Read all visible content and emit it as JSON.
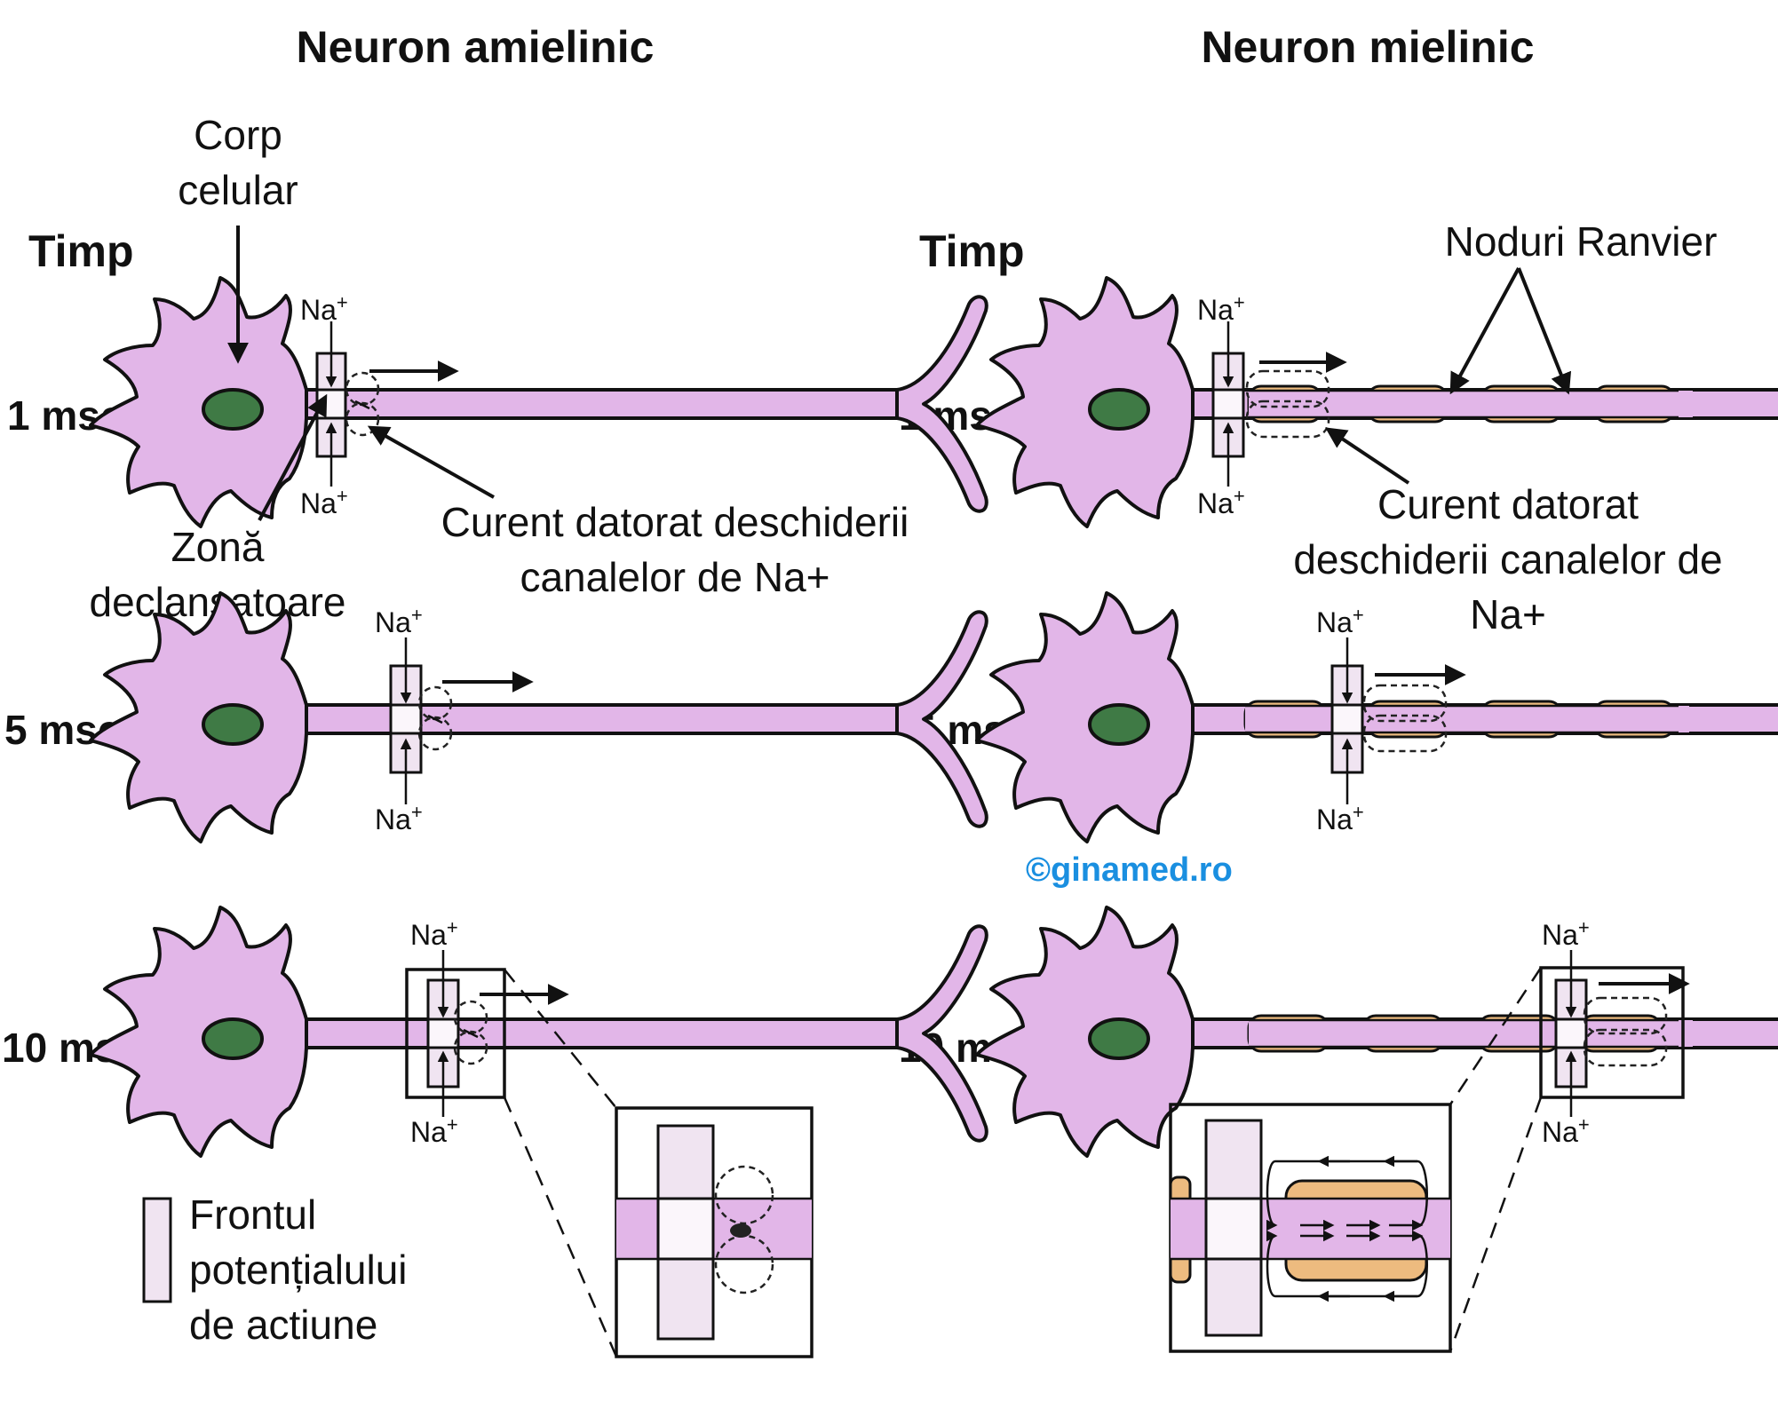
{
  "headings": {
    "unmyelinated": "Neuron amielinic",
    "myelinated": "Neuron mielinic"
  },
  "time_axis_label": "Timp",
  "times": [
    "1 msec",
    "5 msec",
    "10 msec"
  ],
  "labels": {
    "cell_body_line1": "Corp",
    "cell_body_line2": "celular",
    "trigger_zone_line1": "Zonă",
    "trigger_zone_line2": "declanșatoare",
    "current_unmyel_line1": "Curent datorat deschiderii",
    "current_unmyel_line2": "canalelor de Na+",
    "nodes_ranvier": "Noduri Ranvier",
    "current_myel_line1": "Curent datorat",
    "current_myel_line2": "deschiderii canalelor de",
    "current_myel_line3": "Na+"
  },
  "ion": {
    "symbol": "Na",
    "charge": "+"
  },
  "legend": {
    "line1": "Frontul",
    "line2": "potențialului",
    "line3": "de actiune"
  },
  "watermark": "©ginamed.ro",
  "colors": {
    "neuron": "#e2b6e8",
    "nucleus": "#3f7a45",
    "myelin": "#edbb7f",
    "action_potential_front": "#f0e4f1",
    "watermark": "#1a8fe0"
  }
}
